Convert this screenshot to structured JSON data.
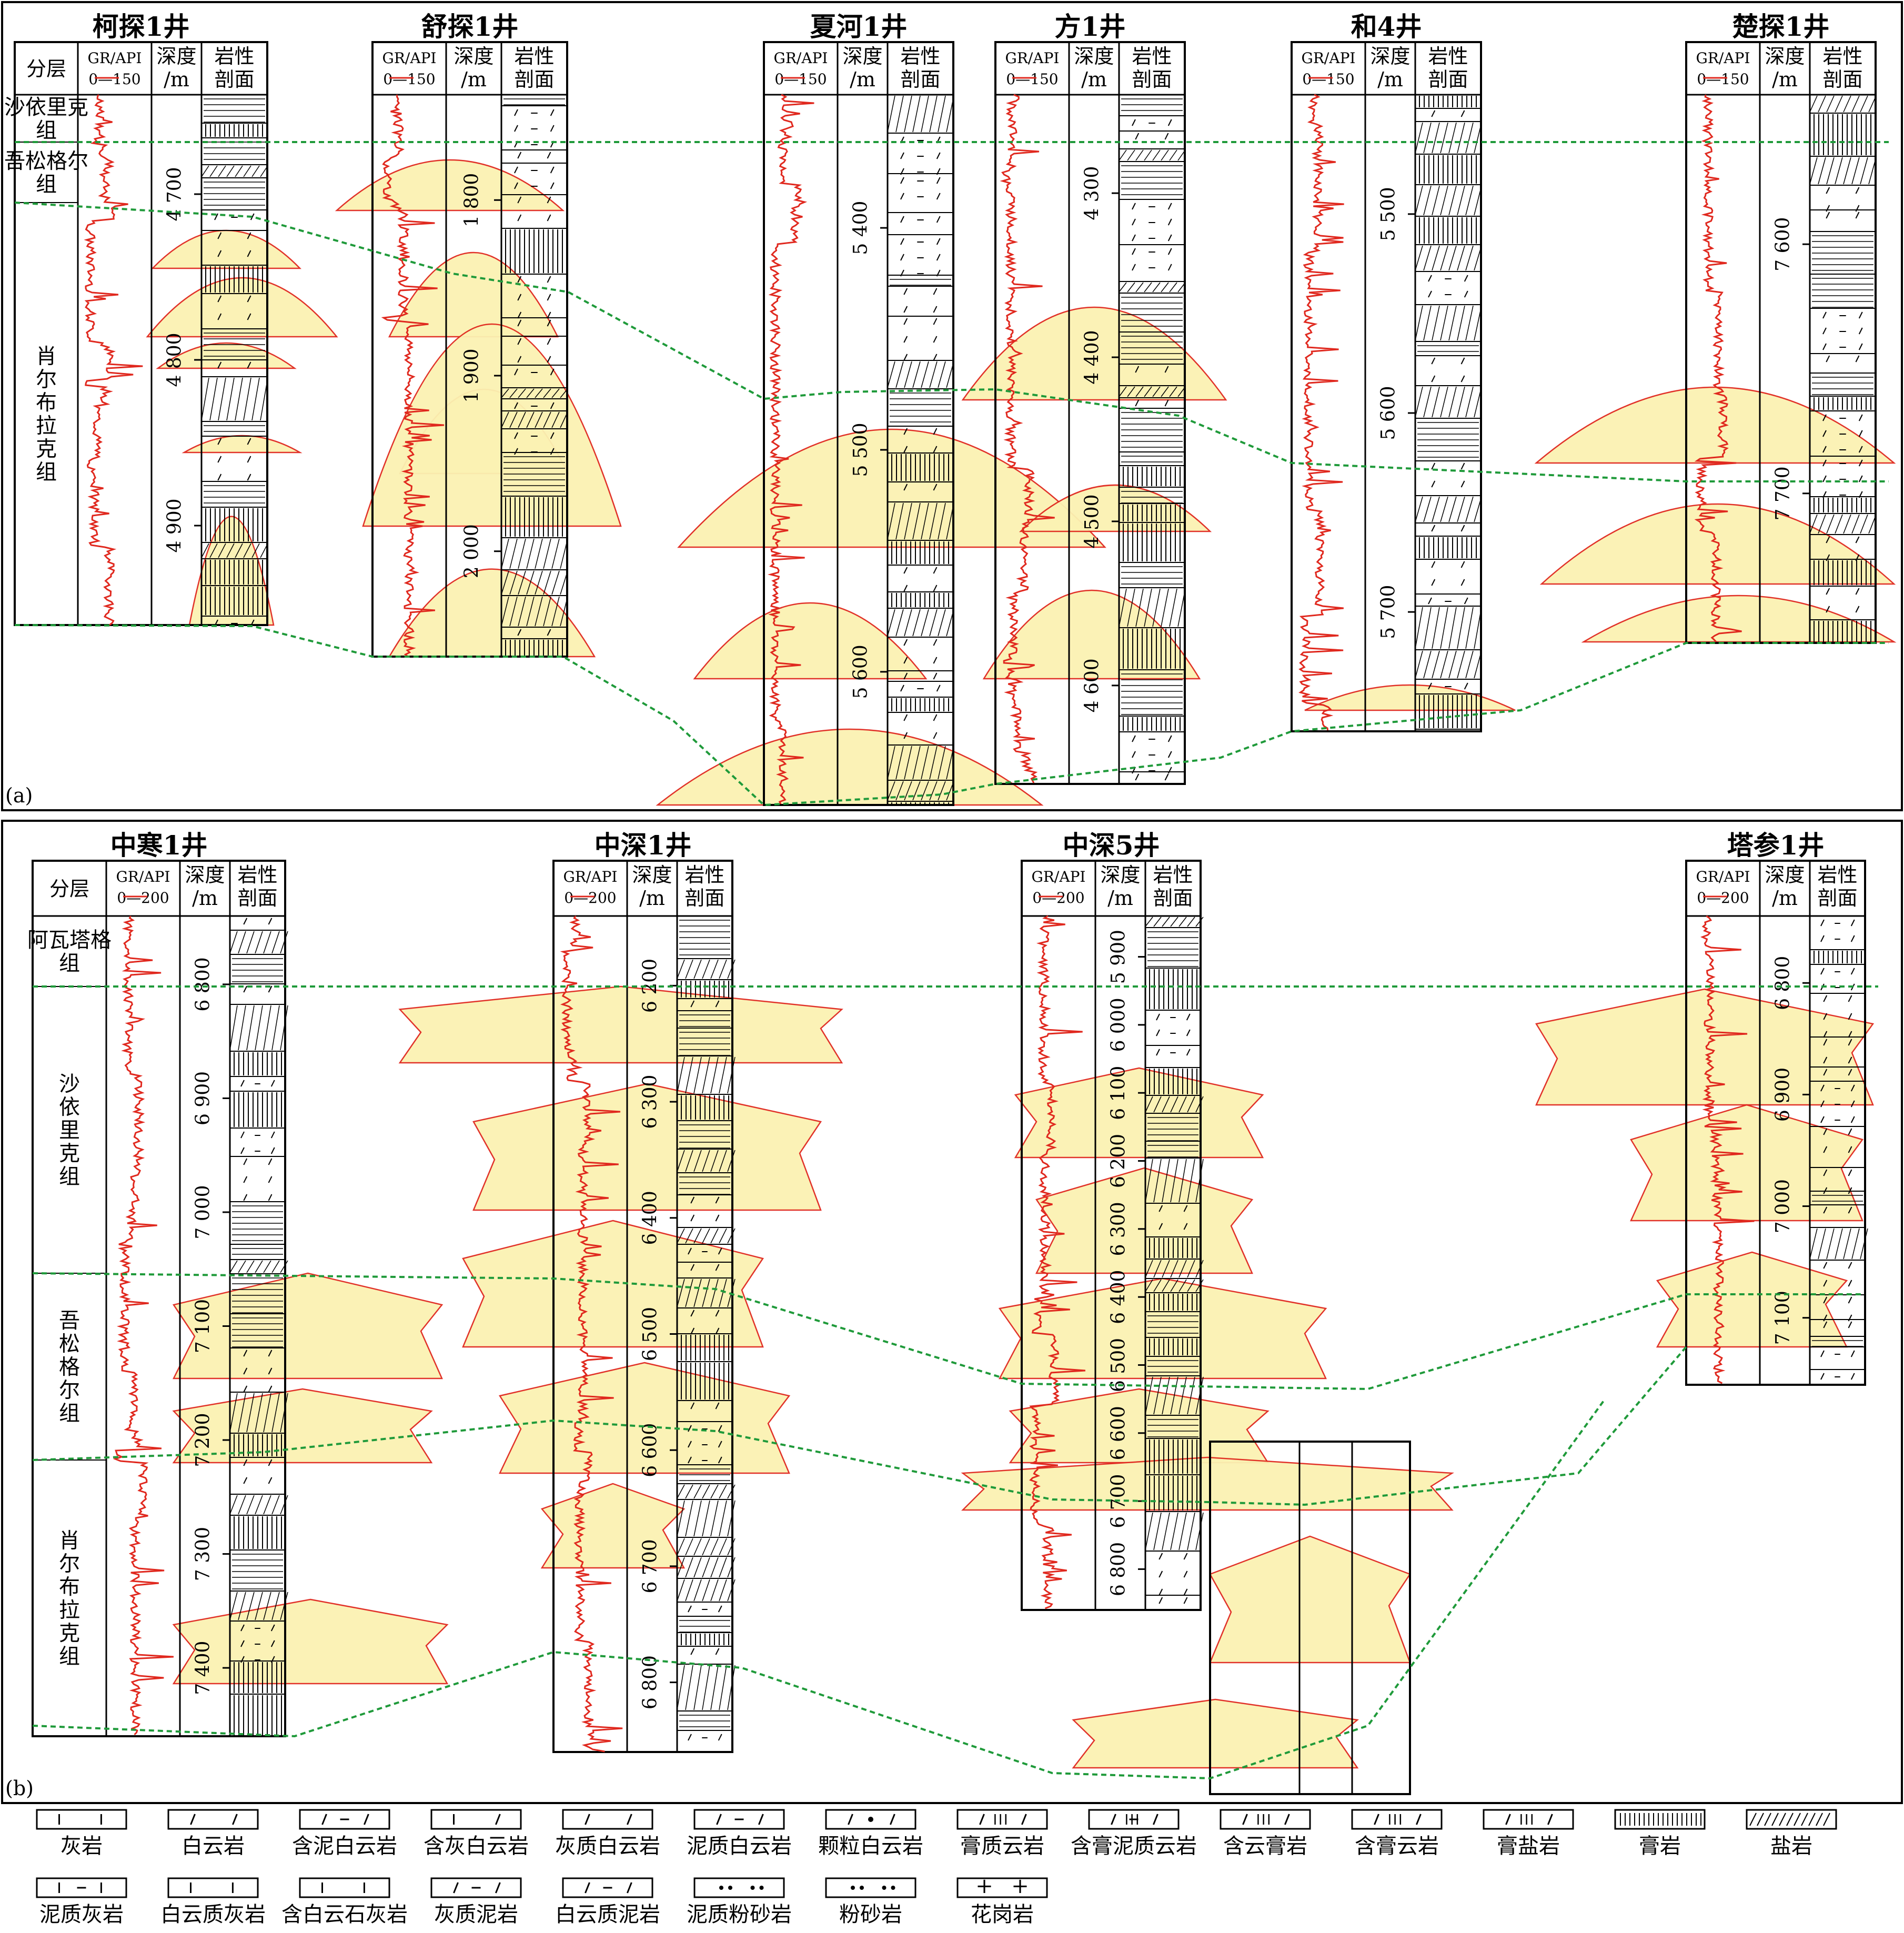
{
  "panels": [
    {
      "id": "a",
      "label": "(a)",
      "gr_range": "0—150",
      "wells": [
        {
          "name": "柯探1井",
          "depths": [
            "4 700",
            "4 800",
            "4 900"
          ],
          "has_strat": true
        },
        {
          "name": "舒探1井",
          "depths": [
            "1 800",
            "1 900",
            "2 000"
          ],
          "has_strat": false
        },
        {
          "name": "夏河1井",
          "depths": [
            "5 400",
            "5 500",
            "5 600"
          ],
          "has_strat": false
        },
        {
          "name": "方1井",
          "depths": [
            "4 300",
            "4 400",
            "4 500",
            "4 600"
          ],
          "has_strat": false
        },
        {
          "name": "和4井",
          "depths": [
            "5 500",
            "5 600",
            "5 700"
          ],
          "has_strat": false
        },
        {
          "name": "楚探1井",
          "depths": [
            "7 600",
            "7 700"
          ],
          "has_strat": false
        }
      ],
      "strata": [
        "沙依里克组",
        "吾松格尔组",
        "肖尔布拉克组"
      ]
    },
    {
      "id": "b",
      "label": "(b)",
      "gr_range": "0—200",
      "wells": [
        {
          "name": "中寒1井",
          "depths": [
            "6 800",
            "6 900",
            "7 000",
            "7 100",
            "7 200",
            "7 300",
            "7 400"
          ],
          "has_strat": true
        },
        {
          "name": "中深1井",
          "depths": [
            "6 200",
            "6 300",
            "6 400",
            "6 500",
            "6 600",
            "6 700",
            "6 800"
          ],
          "has_strat": false
        },
        {
          "name": "中深5井",
          "depths": [
            "5 900",
            "6 000",
            "6 100",
            "6 200",
            "6 300",
            "6 400",
            "6 500",
            "6 600",
            "6 700",
            "6 800"
          ],
          "has_strat": false
        },
        {
          "name": "塔参1井",
          "depths": [
            "6 800",
            "6 900",
            "7 000",
            "7 100"
          ],
          "has_strat": false
        }
      ],
      "strata": [
        "阿瓦塔格组",
        "沙依里克组",
        "吾松格尔组",
        "肖尔布拉克组"
      ]
    }
  ],
  "header": {
    "strat_label": "分层",
    "gr_label": "GR/API",
    "depth_label_1": "深度",
    "depth_label_2": "/m",
    "litho_label_1": "岩性",
    "litho_label_2": "剖面"
  },
  "legend": [
    {
      "label": "灰岩",
      "sym": "limestone"
    },
    {
      "label": "白云岩",
      "sym": "dolomite"
    },
    {
      "label": "含泥白云岩",
      "sym": "muddy-dolomite"
    },
    {
      "label": "含灰白云岩",
      "sym": "lime-dolomite"
    },
    {
      "label": "灰质白云岩",
      "sym": "calc-dolomite"
    },
    {
      "label": "泥质白云岩",
      "sym": "argil-dolomite"
    },
    {
      "label": "颗粒白云岩",
      "sym": "grain-dolomite"
    },
    {
      "label": "膏质云岩",
      "sym": "gyp-dolomite"
    },
    {
      "label": "含膏泥质云岩",
      "sym": "gyp-argil-dolomite"
    },
    {
      "label": "含云膏岩",
      "sym": "dol-gypsum"
    },
    {
      "label": "含膏云岩",
      "sym": "gyp-bearing-dolomite"
    },
    {
      "label": "膏盐岩",
      "sym": "gyp-salt"
    },
    {
      "label": "膏岩",
      "sym": "gypsum"
    },
    {
      "label": "盐岩",
      "sym": "salt"
    },
    {
      "label": "泥质灰岩",
      "sym": "argil-limestone"
    },
    {
      "label": "白云质灰岩",
      "sym": "dol-limestone"
    },
    {
      "label": "含白云石灰岩",
      "sym": "dolomite-bearing-limestone"
    },
    {
      "label": "灰质泥岩",
      "sym": "calc-mudstone"
    },
    {
      "label": "白云质泥岩",
      "sym": "dol-mudstone"
    },
    {
      "label": "泥质粉砂岩",
      "sym": "argil-siltstone"
    },
    {
      "label": "粉砂岩",
      "sym": "siltstone"
    },
    {
      "label": "花岗岩",
      "sym": "granite"
    }
  ],
  "colors": {
    "gr_curve": "#e0281e",
    "cycle_fill": "#fbf2b3",
    "cycle_stroke": "#e0281e",
    "correlation": "#1f9a3a",
    "frame": "#000000"
  }
}
